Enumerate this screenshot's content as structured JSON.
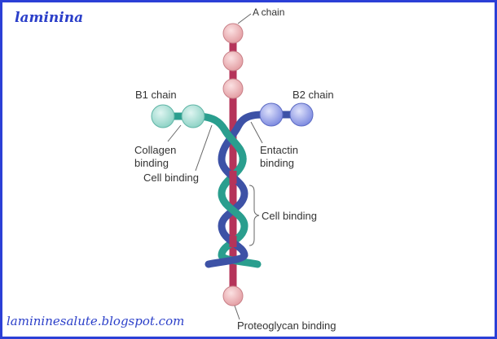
{
  "page_title": "laminina",
  "footer_text": "lamininesalute.blogspot.com",
  "labels": {
    "a_chain": "A chain",
    "b1_chain": "B1 chain",
    "b2_chain": "B2 chain",
    "collagen_line1": "Collagen",
    "collagen_line2": "binding",
    "cell_binding_left": "Cell binding",
    "entactin_line1": "Entactin",
    "entactin_line2": "binding",
    "cell_binding_right": "Cell binding",
    "proteoglycan": "Proteoglycan binding"
  },
  "colors": {
    "border": "#2b3fd6",
    "a_chain": "#b5345a",
    "a_chain_globule": "#f0b5b8",
    "b1_chain": "#2a9e8e",
    "b1_globule": "#a6e0d6",
    "b2_chain": "#3d52a6",
    "b2_globule": "#9aa4e6"
  }
}
